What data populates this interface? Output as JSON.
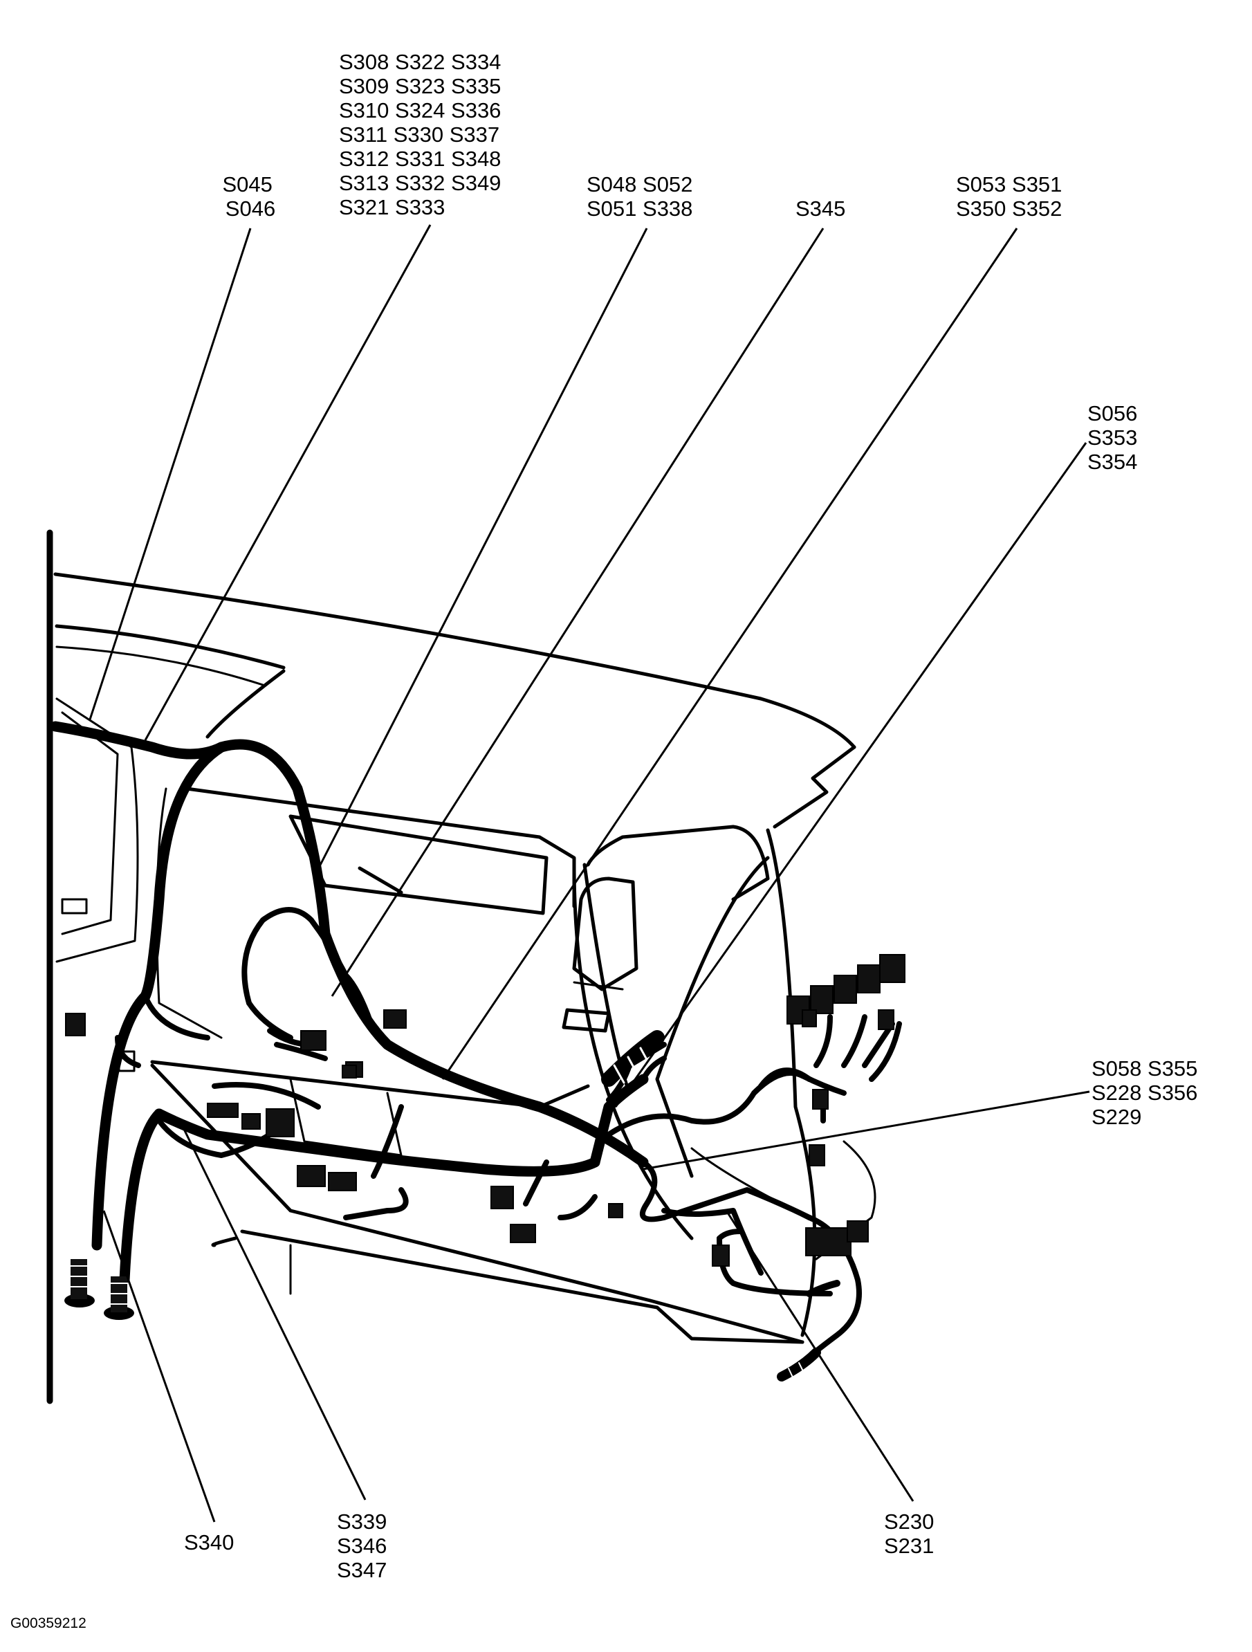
{
  "figure_id": "G00359212",
  "splice_labels": [
    {
      "id": "callout-s045",
      "lines": [
        "S045",
        "S046"
      ]
    },
    {
      "id": "callout-s308",
      "lines": [
        "S308 S322 S334",
        "S309 S323 S335",
        "S310 S324 S336",
        "S311 S330 S337",
        "S312 S331 S348",
        "S313 S332 S349",
        "S321 S333"
      ]
    },
    {
      "id": "callout-s048",
      "lines": [
        "S048 S052",
        "S051 S338"
      ]
    },
    {
      "id": "callout-s345",
      "lines": [
        "S345"
      ]
    },
    {
      "id": "callout-s053",
      "lines": [
        "S053 S351",
        "S350 S352"
      ]
    },
    {
      "id": "callout-s056",
      "lines": [
        "S056",
        "S353",
        "S354"
      ]
    },
    {
      "id": "callout-s058",
      "lines": [
        "S058 S355",
        "S228 S356",
        "S229"
      ]
    },
    {
      "id": "callout-s340",
      "lines": [
        "S340"
      ]
    },
    {
      "id": "callout-s339",
      "lines": [
        "S339",
        "S346",
        "S347"
      ]
    },
    {
      "id": "callout-s230",
      "lines": [
        "S230",
        "S231"
      ]
    }
  ]
}
